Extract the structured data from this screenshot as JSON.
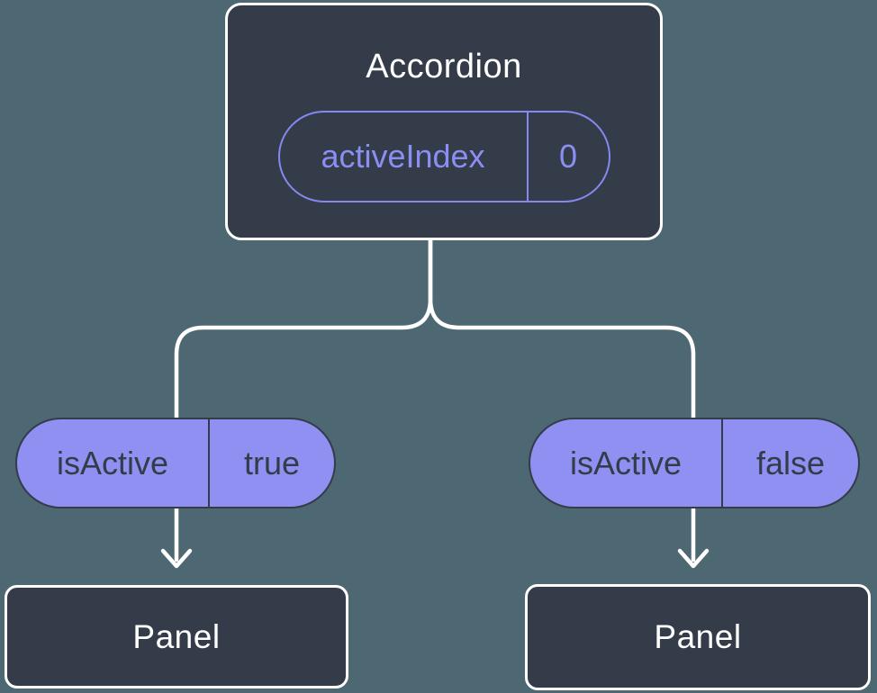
{
  "colors": {
    "background": "#4d6873",
    "node_fill": "#343c49",
    "node_border": "#ffffff",
    "node_text": "#ffffff",
    "pill_fill": "#8f90f2",
    "pill_outline": "#8588f0",
    "pill_outline_text": "#8b8ef2",
    "pill_dark": "#343c49",
    "connector": "#ffffff"
  },
  "root_node": {
    "title": "Accordion",
    "state": {
      "name": "activeIndex",
      "value": "0"
    }
  },
  "left_branch": {
    "prop": {
      "name": "isActive",
      "value": "true"
    },
    "node": {
      "title": "Panel"
    }
  },
  "right_branch": {
    "prop": {
      "name": "isActive",
      "value": "false"
    },
    "node": {
      "title": "Panel"
    }
  }
}
